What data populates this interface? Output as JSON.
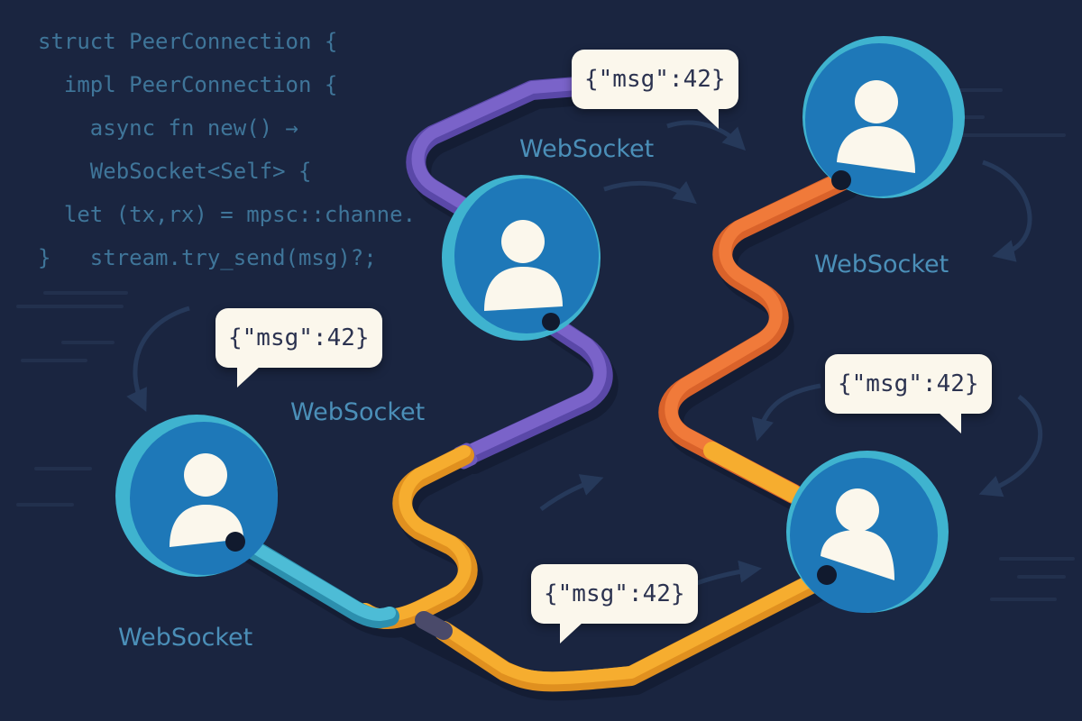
{
  "code": {
    "lines": [
      "struct PeerConnection {",
      "  impl PeerConnection {",
      "    async fn new() →",
      "    WebSocket<Self> {",
      "  let (tx,rx) = mpsc::channe.",
      "}   stream.try_send(msg)?;"
    ]
  },
  "labels": {
    "top_center": "WebSocket",
    "top_right": "WebSocket",
    "mid_left": "WebSocket",
    "bottom_left": "WebSocket"
  },
  "bubbles": {
    "top": "{\"msg\":42}",
    "left": "{\"msg\":42}",
    "right": "{\"msg\":42}",
    "bottom": "{\"msg\":42}"
  },
  "colors": {
    "background": "#1a2540",
    "node_face": "#1e78b8",
    "node_rim": "#3fb3cf",
    "avatar": "#fbf7ec",
    "cable_purple": "#7a63c9",
    "cable_orange": "#f07a3a",
    "cable_yellow": "#f6ad2f",
    "cable_teal": "#4dbcd6"
  },
  "nodes": [
    {
      "id": "peer-center",
      "icon": "user-icon"
    },
    {
      "id": "peer-top-right",
      "icon": "user-icon"
    },
    {
      "id": "peer-bottom-left",
      "icon": "user-icon"
    },
    {
      "id": "peer-bottom-right",
      "icon": "user-icon"
    }
  ]
}
